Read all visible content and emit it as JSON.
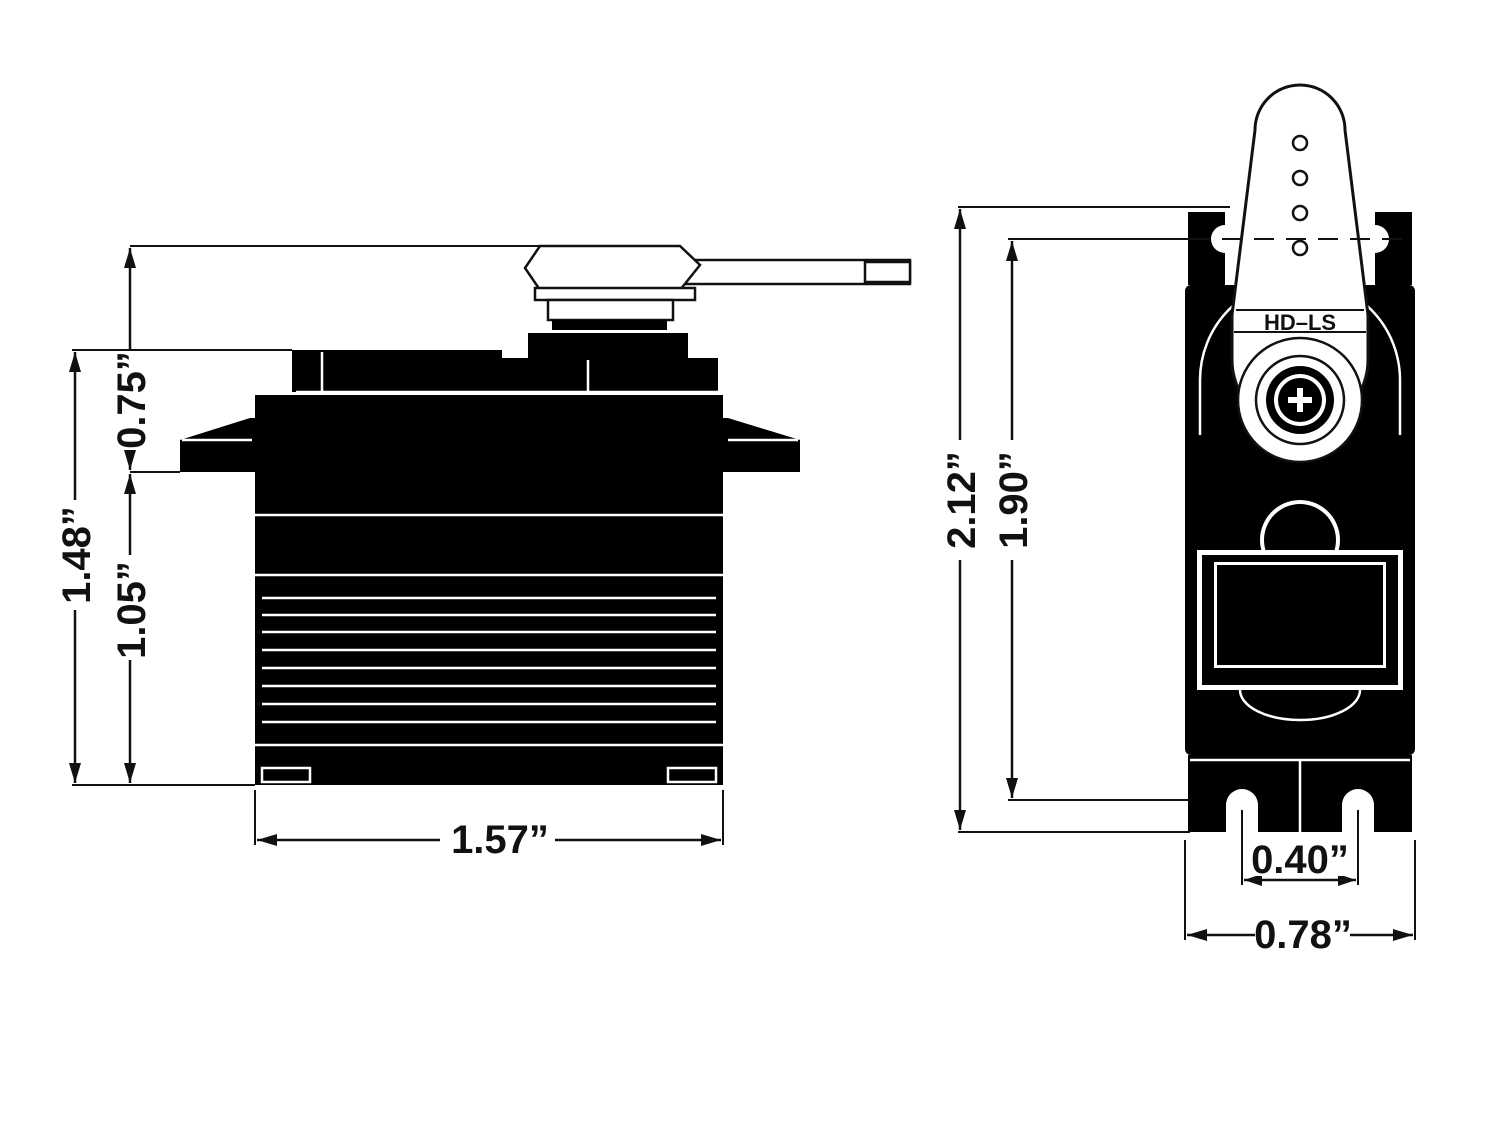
{
  "dimensions": {
    "total_height_with_horn": "1.48”",
    "horn_to_mount": "0.75”",
    "mount_to_base": "1.05”",
    "side_width": "1.57”",
    "total_length": "2.12”",
    "mount_hole_spacing": "1.90”",
    "hole_width": "0.40”",
    "front_width": "0.78”"
  },
  "horn_label": "HD–LS",
  "colors": {
    "ink": "#111111",
    "body": "#000000",
    "paper": "#ffffff"
  }
}
